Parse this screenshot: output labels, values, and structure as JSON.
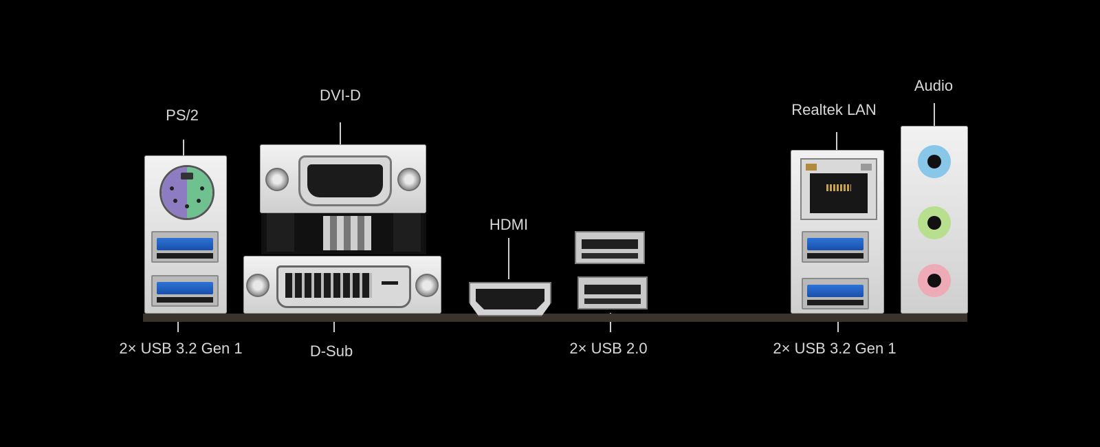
{
  "labels": {
    "ps2": "PS/2",
    "dvi_d": "DVI-D",
    "hdmi": "HDMI",
    "realtek_lan": "Realtek LAN",
    "audio": "Audio",
    "usb32_left": "2× USB 3.2 Gen 1",
    "dsub": "D-Sub",
    "usb20": "2× USB 2.0",
    "usb32_right": "2× USB 3.2 Gen 1"
  },
  "colors": {
    "background": "#000000",
    "label_text": "#d8d8d8",
    "ps2_mouse": "#8e7cc3",
    "ps2_keyboard": "#6fc28f",
    "usb3_blue": "#2d73d8",
    "audio_line_in": "#88c7e8",
    "audio_line_out": "#b7df8d",
    "audio_mic": "#eeaab7"
  },
  "icons": {
    "ps2": "ps2-port-icon",
    "vga": "vga-port-icon",
    "dvi": "dvi-port-icon",
    "hdmi": "hdmi-port-icon",
    "usb2": "usb2-port-icon",
    "usb3": "usb3-port-icon",
    "lan": "rj45-port-icon",
    "audio": "audio-jack-icon"
  }
}
